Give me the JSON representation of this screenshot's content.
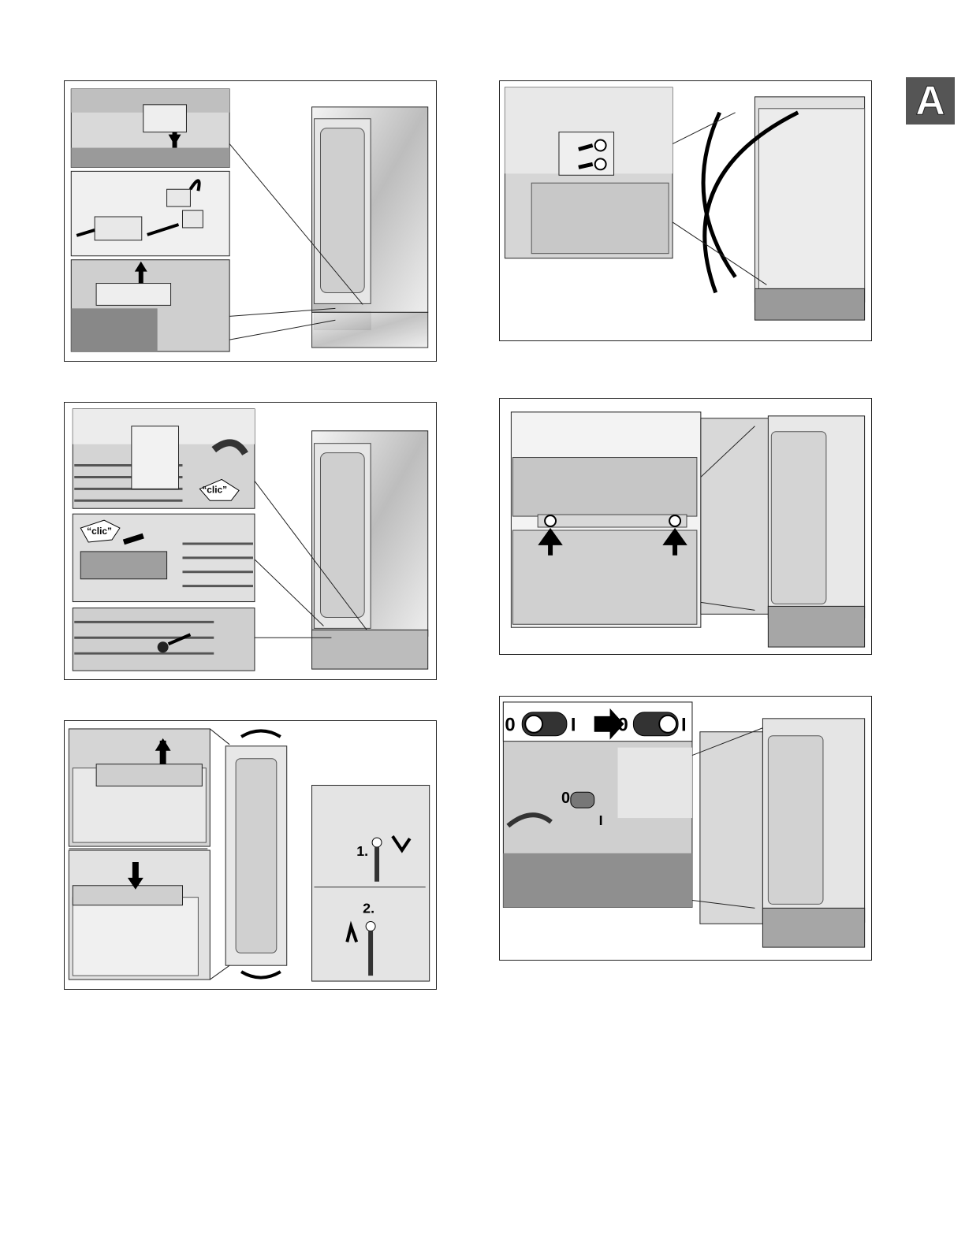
{
  "section_tab": {
    "letter": "A"
  },
  "callouts": {
    "clic_1": "“clic”",
    "clic_2": "“clic”",
    "step_1": "1.",
    "step_2": "2."
  },
  "switch_marks": {
    "off_left": "0",
    "on_left": "I",
    "off_right": "0",
    "on_right": "I",
    "off_detail": "0",
    "on_detail": "I"
  }
}
